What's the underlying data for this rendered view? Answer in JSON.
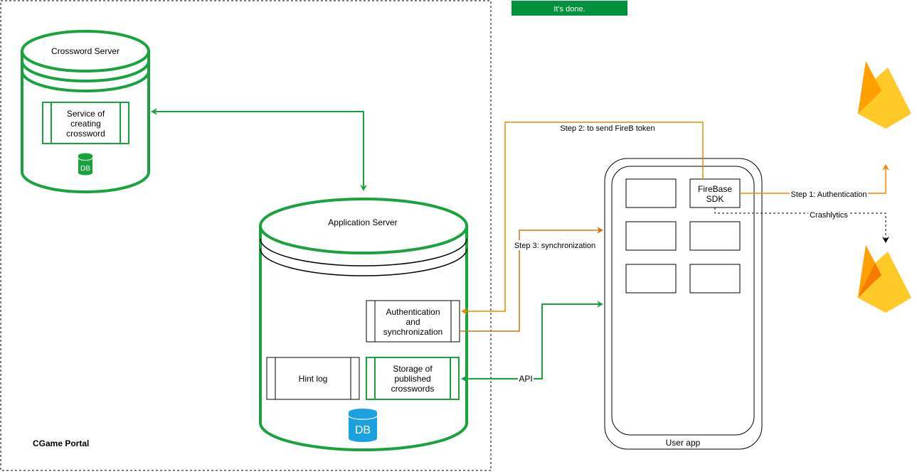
{
  "banner": {
    "text": "It's done.",
    "color": "#00913f"
  },
  "portal": {
    "label": "CGame Portal"
  },
  "crossword_server": {
    "title": "Crossword Server",
    "service_lines": [
      "Service of",
      "creating",
      "crossword"
    ],
    "db_label": "DB",
    "color": "#1aa23e"
  },
  "application_server": {
    "title": "Application Server",
    "auth_lines": [
      "Authentication",
      "and",
      "synchronization"
    ],
    "hint_log": "Hint log",
    "storage_lines": [
      "Storage of",
      "published",
      "crosswords"
    ],
    "db_label": "DB",
    "db_color": "#1ba1e2"
  },
  "user_app": {
    "label": "User app",
    "sdk_lines": [
      "FireBase",
      "SDK"
    ]
  },
  "edges": {
    "step1": "Step 1: Authentication",
    "step2": "Step 2: to send FireB token",
    "step3": "Step 3: synchronization",
    "crashlytics": "Crashlytics",
    "api": "API"
  },
  "icons": [
    "firebase-icon",
    "firebase-icon",
    "database-icon"
  ],
  "colors": {
    "orange": "#f08705",
    "dark_orange": "#d9730d",
    "green": "#1aa23e"
  }
}
